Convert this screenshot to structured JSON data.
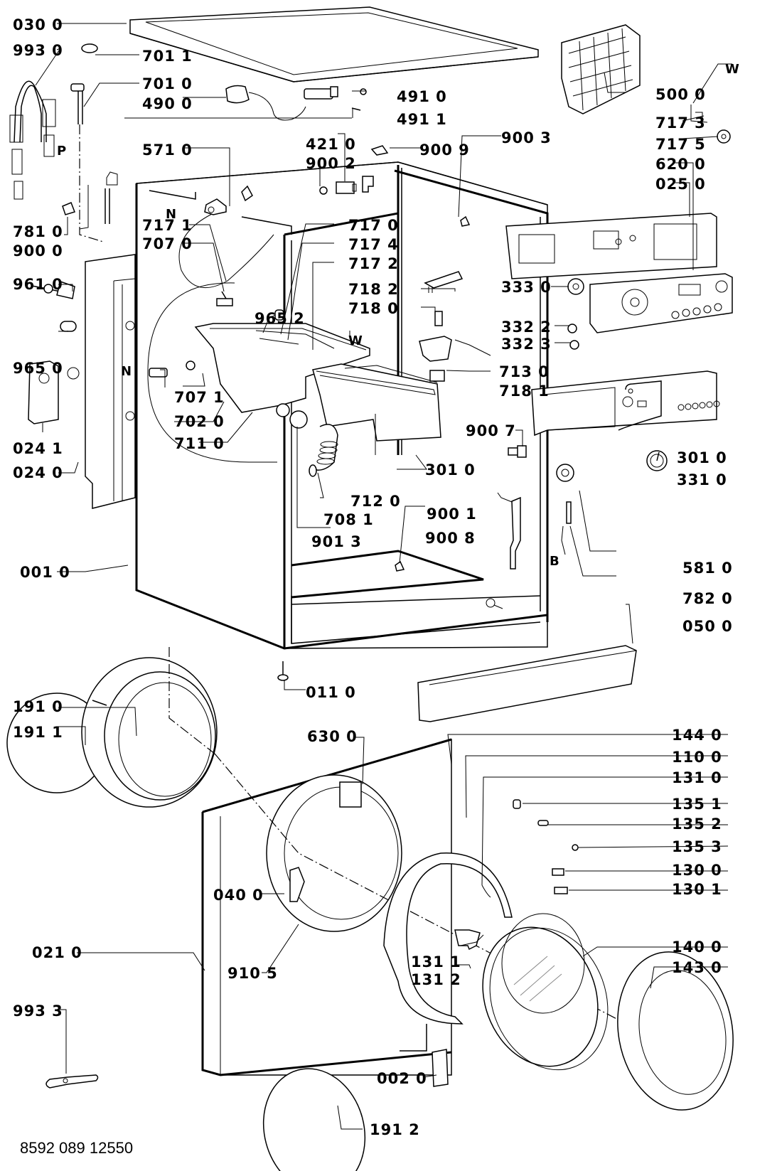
{
  "title": "Washing machine exploded parts diagram",
  "document_number": "8592 089 12550",
  "labels": {
    "l0300": "030 0",
    "l9930": "993 0",
    "l7011": "701 1",
    "l7010": "701 0",
    "l4900": "490 0",
    "l4910": "491 0",
    "l4911": "491 1",
    "l4210": "421 0",
    "l9002": "900 2",
    "l9009": "900 9",
    "l9003": "900 3",
    "l5000": "500 0",
    "l7173": "717 3",
    "l7175": "717 5",
    "l6200": "620 0",
    "l0250": "025 0",
    "l5710": "571 0",
    "l7171": "717 1",
    "l7070": "707 0",
    "l7170": "717 0",
    "l7174": "717 4",
    "l7172": "717 2",
    "l7182": "718 2",
    "l7180": "718 0",
    "l9652": "965 2",
    "l3330": "333 0",
    "l3322": "332 2",
    "l3323": "332 3",
    "l7130": "713 0",
    "l7181": "718 1",
    "l7810": "781 0",
    "l9000": "900 0",
    "l9610": "961 0",
    "l9650": "965 0",
    "l0241": "024 1",
    "l0240": "024 0",
    "l7071": "707 1",
    "l7020": "702 0",
    "l7110": "711 0",
    "l7120": "712 0",
    "l3010a": "301 0",
    "l3010b": "301 0",
    "l3310": "331 0",
    "l9007": "900 7",
    "l7081": "708 1",
    "l9001": "900 1",
    "l9013": "901 3",
    "l9008": "900 8",
    "l5810": "581 0",
    "l7820": "782 0",
    "l0010": "001 0",
    "l0500": "050 0",
    "l1910": "191 0",
    "l1911": "191 1",
    "l0110": "011 0",
    "l6300": "630 0",
    "l1440": "144 0",
    "l1100": "110 0",
    "l1310": "131 0",
    "l1351": "135 1",
    "l1352": "135 2",
    "l1353": "135 3",
    "l1300": "130 0",
    "l1301": "130 1",
    "l0400": "040 0",
    "l1400": "140 0",
    "l1430": "143 0",
    "l0210": "021 0",
    "l9105": "910 5",
    "l1311": "131 1",
    "l1312": "131 2",
    "l9933": "993 3",
    "l0020": "002 0",
    "l1912": "191 2"
  },
  "markers": {
    "p": "P",
    "n1": "N",
    "n2": "N",
    "w1": "W",
    "w2": "W",
    "b": "B"
  }
}
